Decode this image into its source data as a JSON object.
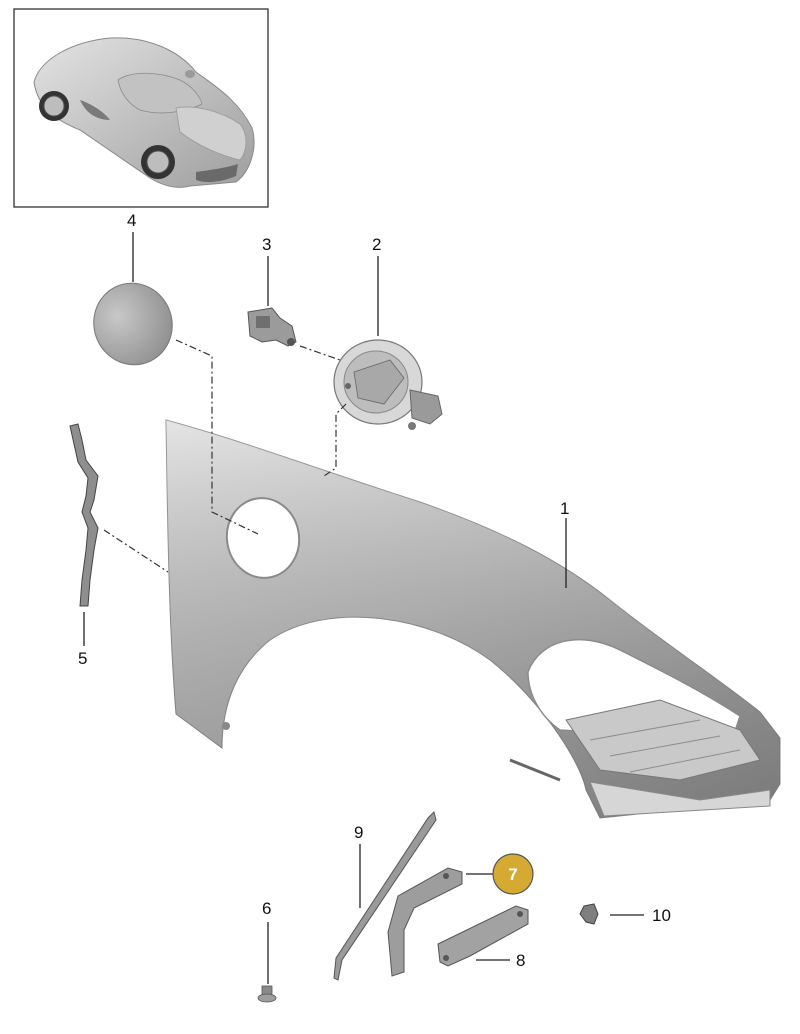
{
  "callouts": {
    "c1": "1",
    "c2": "2",
    "c3": "3",
    "c4": "4",
    "c5": "5",
    "c6": "6",
    "c7": "7",
    "c8": "8",
    "c9": "9",
    "c10": "10"
  },
  "colors": {
    "highlight": "#d4aa33",
    "part_gray": "#a9a9a9"
  },
  "highlighted_callout": "7",
  "icons": {
    "thumbnail": "car-thumbnail-icon"
  }
}
